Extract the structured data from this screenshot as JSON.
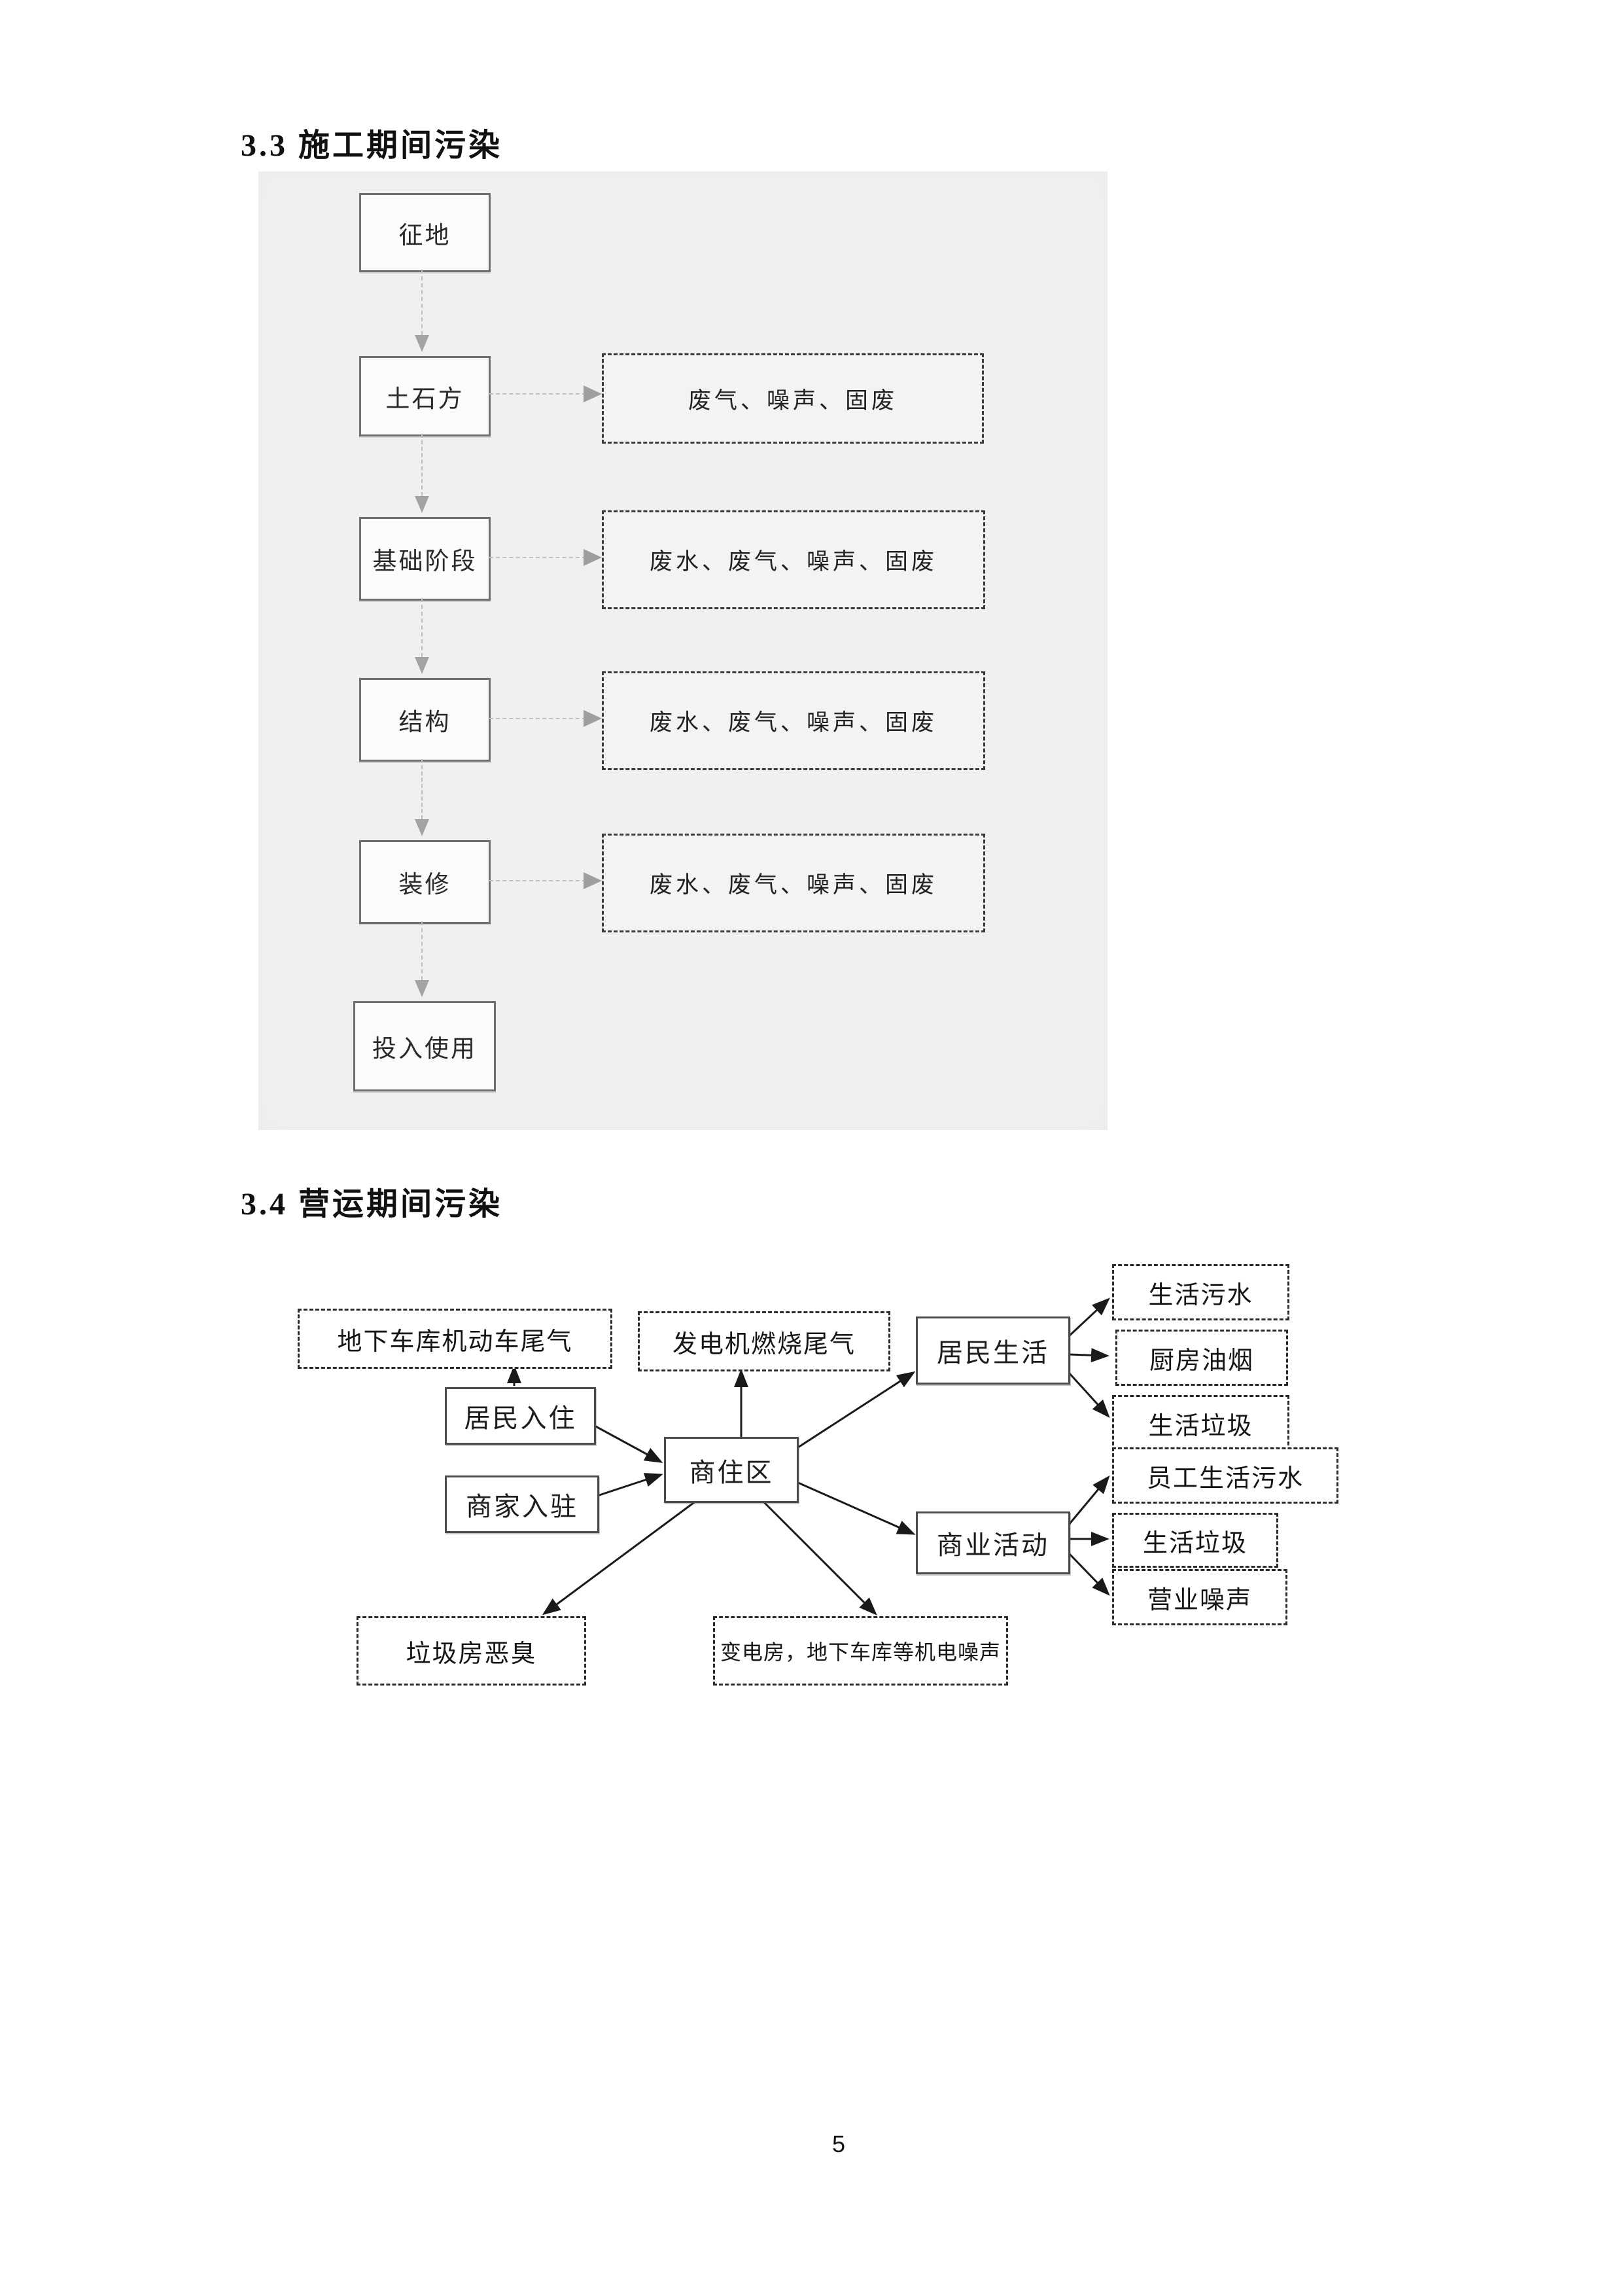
{
  "page": {
    "number": "5"
  },
  "diagram1": {
    "title": "3.3 施工期间污染",
    "stages": [
      {
        "label": "征地"
      },
      {
        "label": "土石方",
        "output": "废气、噪声、固废"
      },
      {
        "label": "基础阶段",
        "output": "废水、废气、噪声、固废"
      },
      {
        "label": "结构",
        "output": "废水、废气、噪声、固废"
      },
      {
        "label": "装修",
        "output": "废水、废气、噪声、固废"
      },
      {
        "label": "投入使用"
      }
    ]
  },
  "diagram2": {
    "title": "3.4 营运期间污染",
    "nodes": {
      "garage_exhaust": "地下车库机动车尾气",
      "generator_exhaust": "发电机燃烧尾气",
      "residents_move_in": "居民入住",
      "merchants_move_in": "商家入驻",
      "commercial_residential_area": "商住区",
      "resident_life": "居民生活",
      "commercial_activity": "商业活动",
      "domestic_sewage": "生活污水",
      "kitchen_fumes": "厨房油烟",
      "domestic_garbage": "生活垃圾",
      "staff_domestic_sewage": "员工生活污水",
      "staff_domestic_garbage": "生活垃圾",
      "business_noise": "营业噪声",
      "garbage_room_odor": "垃圾房恶臭",
      "electromechanical_noise": "变电房，地下车库等机电噪声"
    }
  },
  "colors": {
    "scan_background": "#f1f0ee",
    "solid_box_border": "#4c4c4c",
    "connector_gray": "#bdbdbd",
    "arrow_black": "#1a1a1a"
  }
}
